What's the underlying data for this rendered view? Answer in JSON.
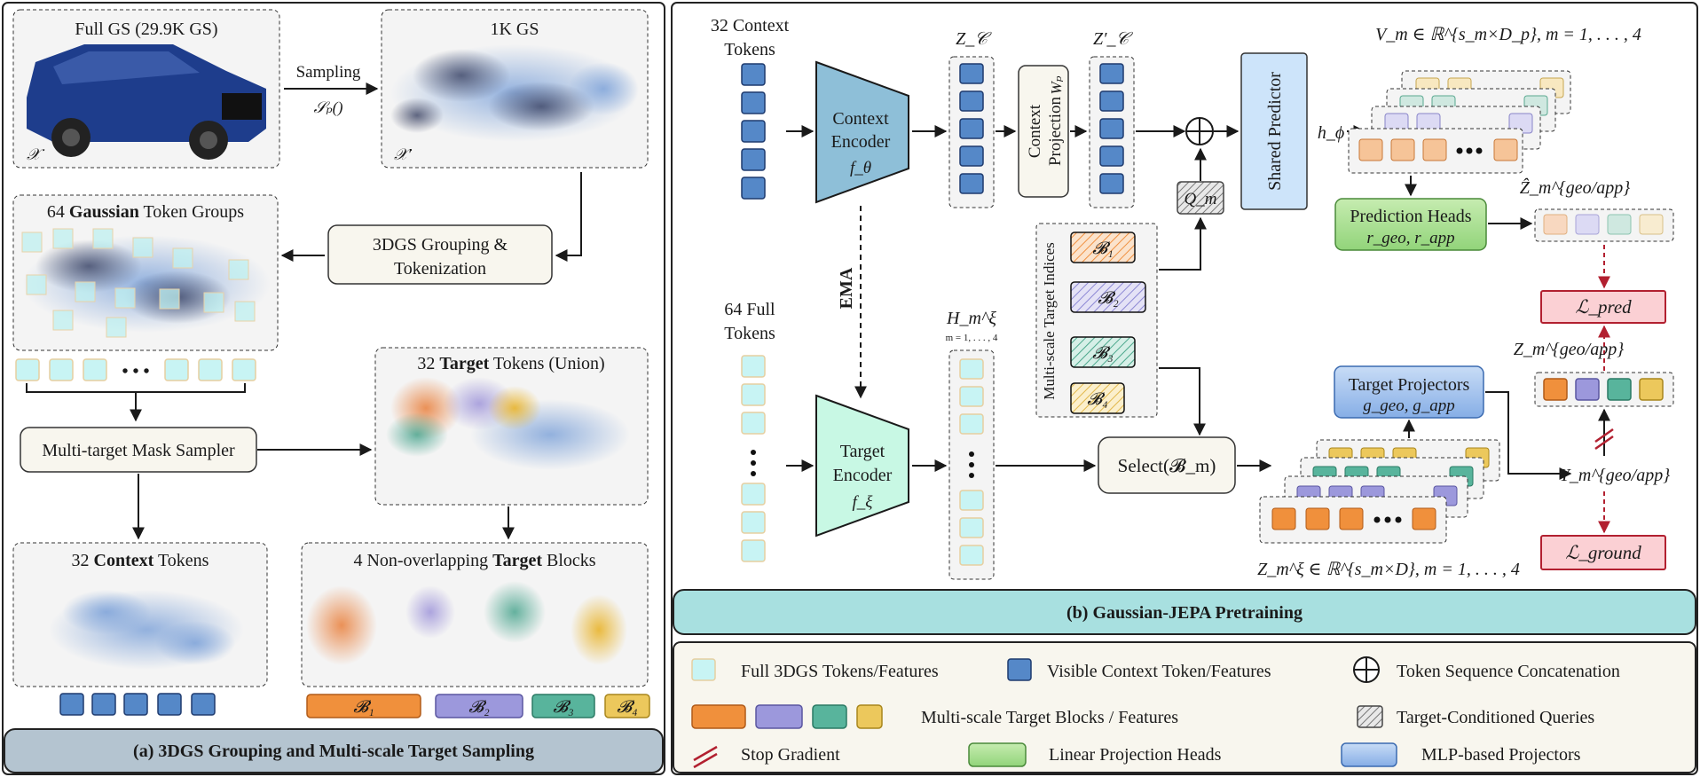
{
  "panel_a": {
    "caption": "(a) 3DGS Grouping and Multi-scale Target Sampling",
    "full_gs_title": "Full GS (29.9K GS)",
    "full_gs_var": "𝒳",
    "sampled_title": "1K GS",
    "sampled_var": "𝒳′",
    "sampling_label": "Sampling",
    "sampling_fn": "𝒮ₚ()",
    "grouping_line1": "3DGS Grouping &",
    "grouping_line2": "Tokenization",
    "token_groups_pre": "64 ",
    "token_groups_bold": "Gaussian",
    "token_groups_post": " Token Groups",
    "dots": "• • •",
    "mask_sampler": "Multi-target Mask Sampler",
    "target_union_pre": "32 ",
    "target_union_bold": "Target",
    "target_union_post": " Tokens (Union)",
    "context_pre": "32 ",
    "context_bold": "Context",
    "context_post": " Tokens",
    "blocks_pre": "4 Non-overlapping ",
    "blocks_bold": "Target",
    "blocks_post": " Blocks",
    "block_labels": [
      "𝓑₁",
      "𝓑₂",
      "𝓑₃",
      "𝓑₄"
    ]
  },
  "panel_b": {
    "caption": "(b) Gaussian-JEPA Pretraining",
    "ctx_tokens_line1": "32 Context",
    "ctx_tokens_line2": "Tokens",
    "full_tokens_line1": "64 Full",
    "full_tokens_line2": "Tokens",
    "ctx_encoder_line1": "Context",
    "ctx_encoder_line2": "Encoder",
    "ctx_encoder_sym": "f_θ",
    "tgt_encoder_line1": "Target",
    "tgt_encoder_line2": "Encoder",
    "tgt_encoder_sym": "f_ξ",
    "ema": "EMA",
    "zc": "Z_𝒞",
    "zc_prime": "Z′_𝒞",
    "ctx_proj_line1": "Context",
    "ctx_proj_line2": "Projection",
    "wp": "Wₚ",
    "qm": "Q_m",
    "shared_predictor": "Shared Predictor",
    "h_phi": "h_ϕ",
    "vm": "V_m ∈ ℝ^{s_m×D_p}, m = 1, . . . , 4",
    "pred_heads": "Prediction Heads",
    "pred_heads_sym": "r_geo, r_app",
    "zhat": "Ẑ_m^{geo/app}",
    "loss_pred": "ℒ_pred",
    "loss_ground": "ℒ_ground",
    "indices_label": "Multi-scale Target Indices",
    "blocks": [
      "𝓑₁",
      "𝓑₂",
      "𝓑₃",
      "𝓑₄"
    ],
    "h_m": "H_m^ξ",
    "h_m_sub": "m = 1, . . . , 4",
    "select": "Select(𝓑_m)",
    "tgt_proj": "Target Projectors",
    "tgt_proj_sym": "g_geo, g_app",
    "zgeo": "Z_m^{geo/app}",
    "ygeo": "Y_m^{geo/app}",
    "zxi": "Z_m^ξ ∈ ℝ^{s_m×D}, m = 1, . . . , 4"
  },
  "legend": {
    "full_tokens": "Full 3DGS Tokens/Features",
    "visible_ctx": "Visible Context Token/Features",
    "concat": "Token Sequence Concatenation",
    "multi_blocks": "Multi-scale Target Blocks / Features",
    "queries": "Target-Conditioned Queries",
    "stop_grad": "Stop Gradient",
    "linear_heads": "Linear Projection Heads",
    "mlp_proj": "MLP-based Projectors"
  },
  "colors": {
    "context_blue": "#5588c8",
    "full_cyan": "#c8f4f4",
    "orange": "#f0903c",
    "purple": "#9c98dc",
    "green": "#58b49c",
    "yellow": "#ecc85c",
    "loss_red": "#fbd0d4",
    "caption_a": "#b4c4d0",
    "caption_b": "#a8e0e0"
  }
}
